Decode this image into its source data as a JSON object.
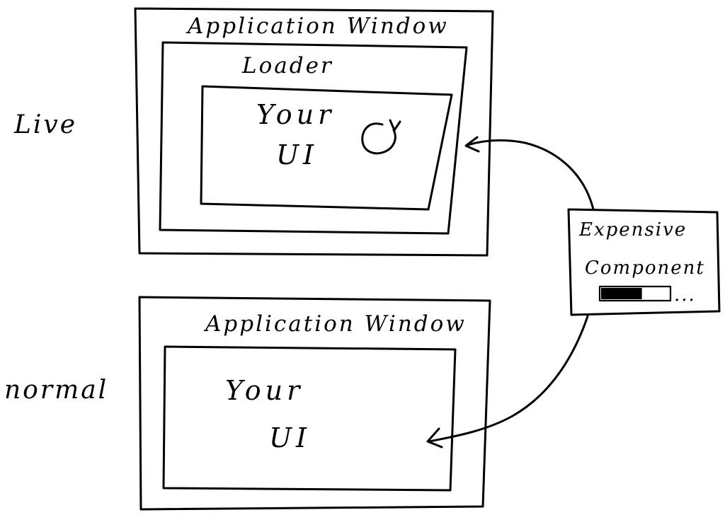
{
  "modes": {
    "live": {
      "label": "Live",
      "window_title": "Application Window",
      "loader_label": "Loader",
      "ui_line1": "Your",
      "ui_line2": "UI",
      "spinner_icon": "refresh-icon"
    },
    "normal": {
      "label": "normal",
      "window_title": "Application Window",
      "ui_line1": "Your",
      "ui_line2": "UI"
    }
  },
  "component": {
    "line1": "Expensive",
    "line2": "Component",
    "ellipsis": "...",
    "progress": 0.6
  },
  "colors": {
    "ink": "#000000",
    "paper": "#ffffff"
  }
}
